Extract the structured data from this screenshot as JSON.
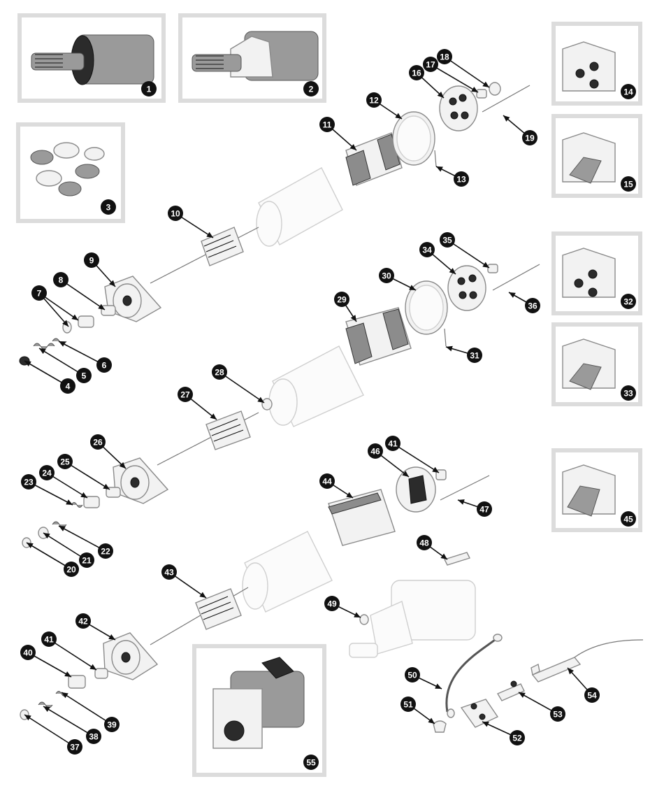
{
  "callouts": [
    "1",
    "2",
    "3",
    "4",
    "5",
    "6",
    "7",
    "8",
    "9",
    "10",
    "11",
    "12",
    "13",
    "14",
    "15",
    "16",
    "17",
    "18",
    "19",
    "20",
    "21",
    "22",
    "23",
    "24",
    "25",
    "26",
    "27",
    "28",
    "29",
    "30",
    "31",
    "32",
    "33",
    "34",
    "35",
    "36",
    "37",
    "38",
    "39",
    "40",
    "41",
    "42",
    "43",
    "44",
    "45",
    "46",
    "47",
    "48",
    "49",
    "50",
    "51",
    "52",
    "53",
    "54",
    "55"
  ],
  "extra_callouts": [
    "7",
    "41"
  ]
}
